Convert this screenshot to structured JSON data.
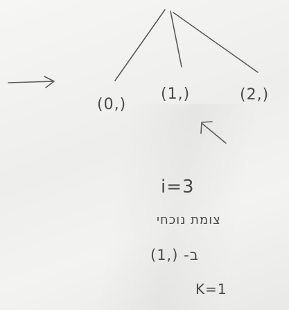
{
  "tree": {
    "nodes": [
      {
        "label": "(0,)"
      },
      {
        "label": "(1,)"
      },
      {
        "label": "(2,)"
      }
    ]
  },
  "notes": {
    "i_line": "i=3",
    "hebrew_line": "צומת נוכחי",
    "node_line": "(1,) -ב",
    "k_line": "K=1"
  },
  "colors": {
    "ink": "#5a5a5a",
    "paper": "#f4f4f2"
  }
}
